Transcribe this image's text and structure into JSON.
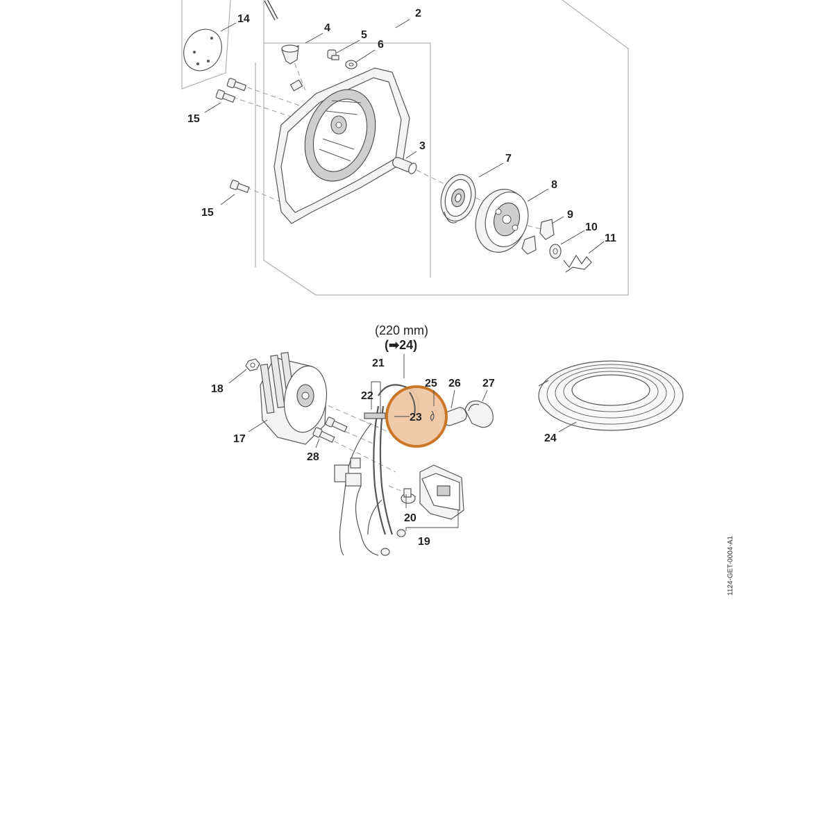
{
  "diagram": {
    "document_id": "1124-GET-0004-A1",
    "dimension_note": "(220 mm)",
    "reference_note": {
      "open": "(",
      "arrow": "➡",
      "ref": "24",
      "close": ")"
    },
    "callouts": {
      "c2": "2",
      "c3": "3",
      "c4": "4",
      "c5": "5",
      "c6": "6",
      "c7": "7",
      "c8": "8",
      "c9": "9",
      "c10": "10",
      "c11": "11",
      "c14": "14",
      "c15a": "15",
      "c15b": "15",
      "c17": "17",
      "c18": "18",
      "c19": "19",
      "c20": "20",
      "c21": "21",
      "c22": "22",
      "c23": "23",
      "c24": "24",
      "c25": "25",
      "c26": "26",
      "c27": "27",
      "c28": "28"
    },
    "highlight": {
      "callout": "23",
      "color": "#c8701e",
      "fill": "#f0c8a4"
    }
  }
}
